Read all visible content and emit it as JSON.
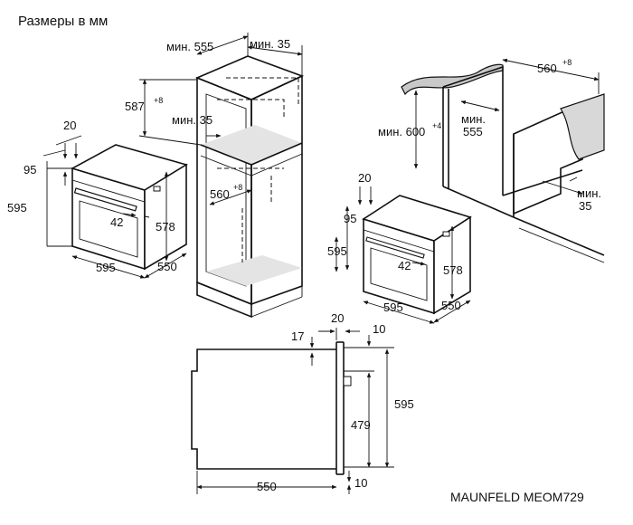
{
  "title": "Размеры в мм",
  "model": "MAUNFELD MEOM729",
  "oven_left": {
    "d20": "20",
    "d95": "95",
    "d595h": "595",
    "d42": "42",
    "d578": "578",
    "d595w": "595",
    "d550": "550"
  },
  "cabinet": {
    "min555": "мин. 555",
    "min35top": "мин. 35",
    "h587": "587",
    "h587sup": "+8",
    "min35": "мин. 35",
    "w560": "560",
    "w560sup": "+8"
  },
  "wall": {
    "w560": "560",
    "w560sup": "+8",
    "min600": "мин. 600",
    "min600sup": "+4",
    "min555a": "мин.",
    "min555b": "555",
    "min35a": "мин.",
    "min35b": "35"
  },
  "oven_right": {
    "d20": "20",
    "d95": "95",
    "d595h": "595",
    "d42": "42",
    "d578": "578",
    "d595w": "595",
    "d550": "550"
  },
  "side": {
    "d20": "20",
    "d17": "17",
    "d10top": "10",
    "d595": "595",
    "d479": "479",
    "d550": "550",
    "d10bot": "10"
  }
}
